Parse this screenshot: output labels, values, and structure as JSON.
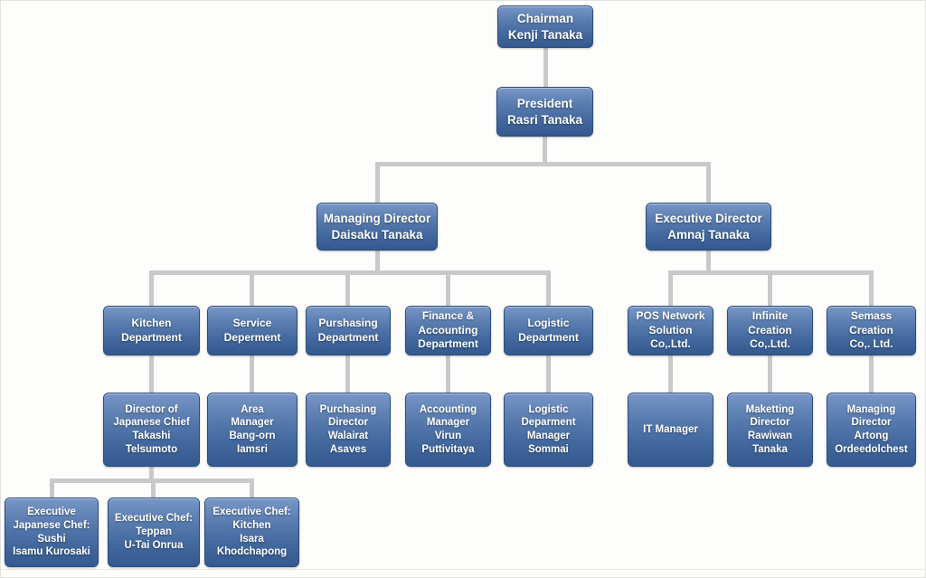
{
  "palette": {
    "box_gradient_top": "#7897c6",
    "box_gradient_bottom": "#33598f",
    "box_border": "#2b4c7d",
    "box_text": "#ffffff",
    "connector": "#c9c9c9",
    "page_background": "#fdfdfc",
    "frame_border": "#e1e1df"
  },
  "org_chart": {
    "chairman": {
      "label": "Chairman\nKenji Tanaka"
    },
    "president": {
      "label": "President\nRasri Tanaka"
    },
    "managing_director": {
      "label": "Managing Director\nDaisaku Tanaka"
    },
    "executive_director": {
      "label": "Executive Director\nAmnaj Tanaka"
    },
    "departments": [
      {
        "label": "Kitchen\nDepartment"
      },
      {
        "label": "Service\nDeperment"
      },
      {
        "label": "Purshasing\nDepartment"
      },
      {
        "label": "Finance &\nAccounting\nDepartment"
      },
      {
        "label": "Logistic\nDepartment"
      }
    ],
    "department_heads": [
      {
        "label": "Director of\nJapanese Chief\nTakashi\nTelsumoto"
      },
      {
        "label": "Area\nManager\nBang-orn\nIamsri"
      },
      {
        "label": "Purchasing\nDirector\nWalairat\nAsaves"
      },
      {
        "label": "Accounting\nManager\nVirun\nPuttivitaya"
      },
      {
        "label": "Logistic\nDeparment\nManager\nSommai"
      }
    ],
    "subsidiaries": [
      {
        "label": "POS Network\nSolution\nCo,.Ltd."
      },
      {
        "label": "Infinite\nCreation\nCo,.Ltd."
      },
      {
        "label": "Semass\nCreation\nCo,. Ltd."
      }
    ],
    "subsidiary_heads": [
      {
        "label": "IT Manager"
      },
      {
        "label": "Maketting\nDirector\nRawiwan\nTanaka"
      },
      {
        "label": "Managing\nDirector\nArtong\nOrdeedolchest"
      }
    ],
    "chefs": [
      {
        "label": "Executive\nJapanese Chef:\nSushi\nIsamu Kurosaki"
      },
      {
        "label": "Executive Chef:\nTeppan\nU-Tai Onrua"
      },
      {
        "label": "Executive Chef:\nKitchen\nIsara\nKhodchapong"
      }
    ]
  }
}
